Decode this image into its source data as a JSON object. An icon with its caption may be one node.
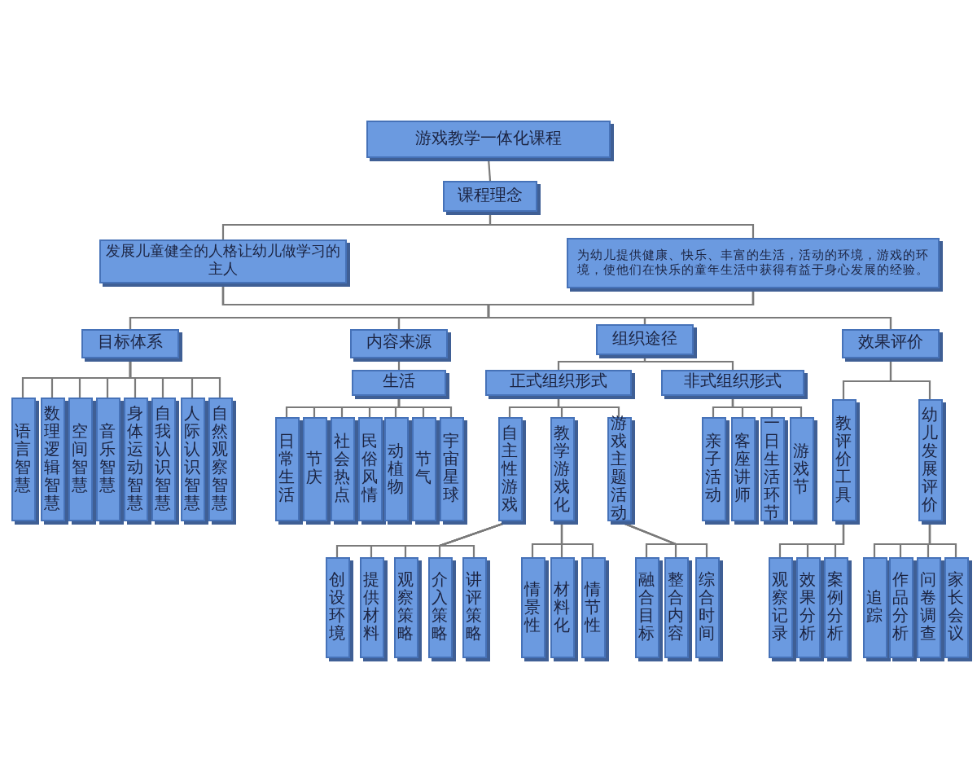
{
  "diagram": {
    "nodes": [
      {
        "text": [
          "游戏教学一体化课程"
        ]
      },
      {
        "text": [
          "课程理念"
        ]
      },
      {
        "text": [
          "发展儿童健全的人格让幼儿做学习的主人"
        ]
      },
      {
        "text": [
          "为幼儿提供健康、快乐、丰富的生活，活动的环境，游戏的环境，使他们在快乐的童年生活中获得有益于身心发展的经验。"
        ]
      },
      {
        "text": [
          "目标体系"
        ]
      },
      {
        "text": [
          "内容来源"
        ]
      },
      {
        "text": [
          "组织途径"
        ]
      },
      {
        "text": [
          "效果评价"
        ]
      },
      {
        "text": [
          "语言智慧"
        ]
      },
      {
        "text": [
          "数理逻辑智慧"
        ]
      },
      {
        "text": [
          "空间智慧"
        ]
      },
      {
        "text": [
          "音乐智慧"
        ]
      },
      {
        "text": [
          "身体运动智慧"
        ]
      },
      {
        "text": [
          "自我认识智慧"
        ]
      },
      {
        "text": [
          "人际认识智慧"
        ]
      },
      {
        "text": [
          "自然观察智慧"
        ]
      },
      {
        "text": [
          "生活"
        ]
      },
      {
        "text": [
          "日常生活"
        ]
      },
      {
        "text": [
          "节庆"
        ]
      },
      {
        "text": [
          "社会热点"
        ]
      },
      {
        "text": [
          "民俗风情"
        ]
      },
      {
        "text": [
          "动植物"
        ]
      },
      {
        "text": [
          "节气"
        ]
      },
      {
        "text": [
          "宇宙星球"
        ]
      },
      {
        "text": [
          "正式组织形式"
        ]
      },
      {
        "text": [
          "非式组织形式"
        ]
      },
      {
        "text": [
          "自主性游戏"
        ]
      },
      {
        "text": [
          "教学游戏化"
        ]
      },
      {
        "text": [
          "游戏主题活动"
        ]
      },
      {
        "text": [
          "亲子活动"
        ]
      },
      {
        "text": [
          "客座讲师"
        ]
      },
      {
        "text": [
          "一日生活环节"
        ]
      },
      {
        "text": [
          "游戏节"
        ]
      },
      {
        "text": [
          "教评价工具"
        ]
      },
      {
        "text": [
          "幼儿发展评价"
        ]
      },
      {
        "text": [
          "创设环境"
        ]
      },
      {
        "text": [
          "提供材料"
        ]
      },
      {
        "text": [
          "观察策略"
        ]
      },
      {
        "text": [
          "介入策略"
        ]
      },
      {
        "text": [
          "讲评策略"
        ]
      },
      {
        "text": [
          "情景性"
        ]
      },
      {
        "text": [
          "材料化"
        ]
      },
      {
        "text": [
          "情节性"
        ]
      },
      {
        "text": [
          "融合目标"
        ]
      },
      {
        "text": [
          "整合内容"
        ]
      },
      {
        "text": [
          "综合时间"
        ]
      },
      {
        "text": [
          "观察记录"
        ]
      },
      {
        "text": [
          "效果分析"
        ]
      },
      {
        "text": [
          "案例分析"
        ]
      },
      {
        "text": [
          "追踪"
        ]
      },
      {
        "text": [
          "作品分析"
        ]
      },
      {
        "text": [
          "问卷调查"
        ]
      },
      {
        "text": [
          "家长会议"
        ]
      }
    ],
    "edges": [
      {
        "from": 0,
        "to": 1,
        "arrow": "none"
      },
      {
        "from": 1,
        "to": 2,
        "arrow": "none"
      },
      {
        "from": 1,
        "to": 3,
        "arrow": "none"
      },
      {
        "from": 2,
        "to": 4,
        "arrow": "none"
      },
      {
        "from": 2,
        "to": 5,
        "arrow": "none"
      },
      {
        "from": 2,
        "to": 6,
        "arrow": "none"
      },
      {
        "from": 2,
        "to": 7,
        "arrow": "none"
      },
      {
        "from": 3,
        "to": 4,
        "arrow": "none"
      },
      {
        "from": 3,
        "to": 5,
        "arrow": "none"
      },
      {
        "from": 3,
        "to": 6,
        "arrow": "none"
      },
      {
        "from": 3,
        "to": 7,
        "arrow": "none"
      },
      {
        "from": 4,
        "to": 8,
        "arrow": "none"
      },
      {
        "from": 4,
        "to": 9,
        "arrow": "none"
      },
      {
        "from": 4,
        "to": 10,
        "arrow": "none"
      },
      {
        "from": 4,
        "to": 11,
        "arrow": "none"
      },
      {
        "from": 4,
        "to": 12,
        "arrow": "none"
      },
      {
        "from": 4,
        "to": 13,
        "arrow": "none"
      },
      {
        "from": 4,
        "to": 14,
        "arrow": "none"
      },
      {
        "from": 4,
        "to": 15,
        "arrow": "none"
      },
      {
        "from": 5,
        "to": 16,
        "arrow": "none"
      },
      {
        "from": 16,
        "to": 17,
        "arrow": "none"
      },
      {
        "from": 16,
        "to": 18,
        "arrow": "none"
      },
      {
        "from": 16,
        "to": 19,
        "arrow": "none"
      },
      {
        "from": 16,
        "to": 20,
        "arrow": "none"
      },
      {
        "from": 16,
        "to": 21,
        "arrow": "none"
      },
      {
        "from": 16,
        "to": 22,
        "arrow": "none"
      },
      {
        "from": 16,
        "to": 23,
        "arrow": "none"
      },
      {
        "from": 6,
        "to": 24,
        "arrow": "none"
      },
      {
        "from": 6,
        "to": 25,
        "arrow": "none"
      },
      {
        "from": 24,
        "to": 26,
        "arrow": "none"
      },
      {
        "from": 24,
        "to": 27,
        "arrow": "none"
      },
      {
        "from": 24,
        "to": 28,
        "arrow": "none"
      },
      {
        "from": 25,
        "to": 29,
        "arrow": "none"
      },
      {
        "from": 25,
        "to": 30,
        "arrow": "none"
      },
      {
        "from": 25,
        "to": 31,
        "arrow": "none"
      },
      {
        "from": 25,
        "to": 32,
        "arrow": "none"
      },
      {
        "from": 7,
        "to": 33,
        "arrow": "none"
      },
      {
        "from": 7,
        "to": 34,
        "arrow": "none"
      },
      {
        "from": 26,
        "to": 35,
        "arrow": "none"
      },
      {
        "from": 26,
        "to": 36,
        "arrow": "none"
      },
      {
        "from": 26,
        "to": 37,
        "arrow": "none"
      },
      {
        "from": 26,
        "to": 38,
        "arrow": "none"
      },
      {
        "from": 26,
        "to": 39,
        "arrow": "none"
      },
      {
        "from": 27,
        "to": 40,
        "arrow": "none"
      },
      {
        "from": 27,
        "to": 41,
        "arrow": "none"
      },
      {
        "from": 27,
        "to": 42,
        "arrow": "none"
      },
      {
        "from": 28,
        "to": 43,
        "arrow": "none"
      },
      {
        "from": 28,
        "to": 44,
        "arrow": "none"
      },
      {
        "from": 28,
        "to": 45,
        "arrow": "none"
      },
      {
        "from": 33,
        "to": 46,
        "arrow": "none"
      },
      {
        "from": 33,
        "to": 47,
        "arrow": "none"
      },
      {
        "from": 33,
        "to": 48,
        "arrow": "none"
      },
      {
        "from": 34,
        "to": 49,
        "arrow": "none"
      },
      {
        "from": 34,
        "to": 50,
        "arrow": "none"
      },
      {
        "from": 34,
        "to": 51,
        "arrow": "none"
      },
      {
        "from": 34,
        "to": 52,
        "arrow": "none"
      }
    ]
  }
}
